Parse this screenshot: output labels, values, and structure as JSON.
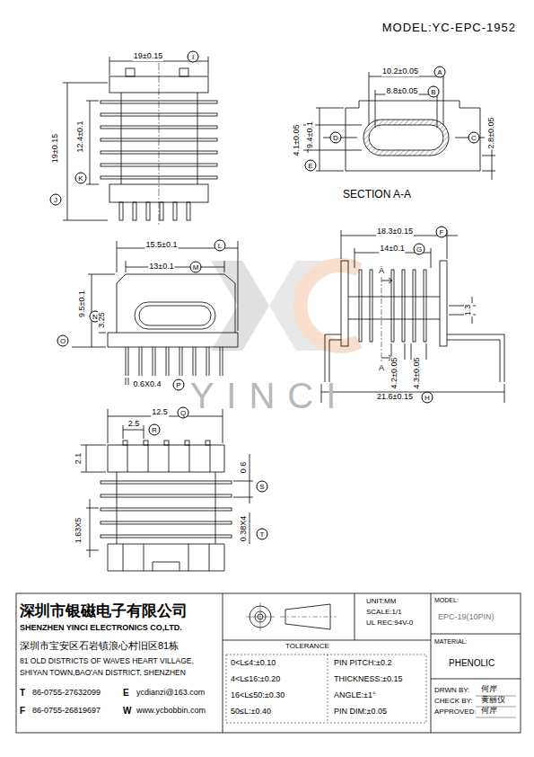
{
  "diagram": {
    "title": "MODEL:YC-EPC-1952",
    "labels": [
      "19±0.15",
      "I",
      "19±0.15",
      "J",
      "12.4±0.1",
      "K",
      "10.2±0.05",
      "A",
      "8.8±0.05",
      "B",
      "9.4±0.1",
      "D",
      "4.1±0.05",
      "E",
      "C",
      "2.8±0.05",
      "SECTION  A-A",
      "15.5±0.1",
      "L",
      "13±0.1",
      "M",
      "9.5±0.1",
      "N",
      "O",
      "3.25",
      "0.6X0.4",
      "P",
      "18.3±0.15",
      "F",
      "14±0.1",
      "G",
      "A",
      "A",
      "1.3",
      "4.2±0.05",
      "4.3±0.05",
      "21.6±0.15",
      "H",
      "12.5",
      "Q",
      "2.5",
      "R",
      "2.1",
      "0.6",
      "S",
      "1.63X5",
      "0.38X4",
      "T",
      "YINCI",
      "深圳市银磁电子有限公司",
      "SHENZHEN YINCI ELECTRONICS CO,LTD.",
      "深圳市宝安区石岩镇浪心村旧区81栋",
      "81 OLD DISTRICTS OF WAVES HEART VILLAGE,",
      "SHIYAN TOWN,BAO'AN DISTRICT, SHENZHEN",
      "T",
      "86-0755-27632099",
      "E",
      "ycdianzi@163.com",
      "F",
      "86-0755-26819697",
      "W",
      "www.ycbobbin.com",
      "UNIT:MM",
      "SCALE:1/1",
      "UL REC:94V-0",
      "MODEL:",
      "EPC-19(10PIN)",
      "TOLERANCE",
      "0<L≤4:±0.10",
      "4<L≤16:±0.20",
      "16<L≤50:±0.30",
      "50≤L:±0.40",
      "PIN PITCH:±0.2",
      "THICKNESS:±0.15",
      "ANGLE:±1°",
      "PIN DIM:±0.05",
      "MATERIAL:",
      "PHENOLIC",
      "DRWN BY:",
      "何岸",
      "CHECK BY:",
      "黄丽仪",
      "APPROVED:",
      "何岸"
    ]
  }
}
